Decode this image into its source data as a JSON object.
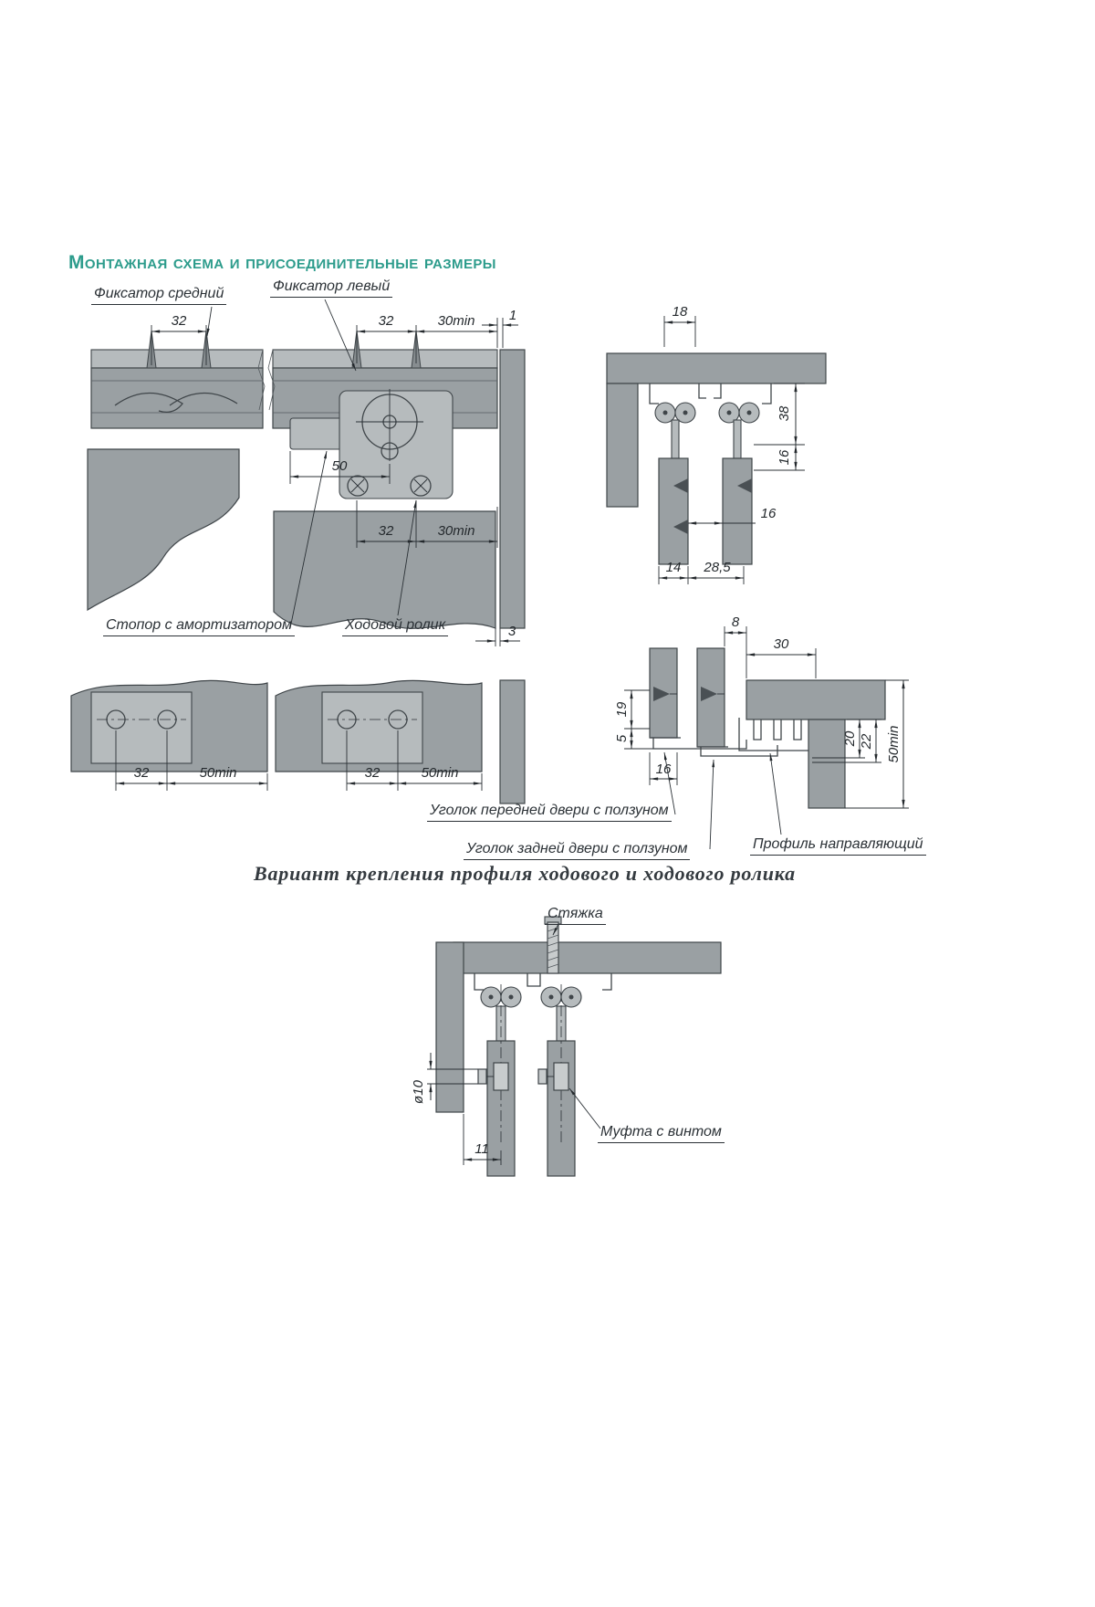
{
  "accent_color": "#2d9c8c",
  "page": {
    "title": "Монтажная схема и присоединительные размеры",
    "section_title": "Вариант крепления профиля ходового и ходового ролика"
  },
  "plan_view": {
    "labels": {
      "fixator_middle": "Фиксатор средний",
      "fixator_left": "Фиксатор левый",
      "stopper": "Стопор с амортизатором",
      "roller": "Ходовой ролик"
    },
    "dims": {
      "fixator_middle_spacing": "32",
      "fixator_left_spacing": "32",
      "fixator_left_min_offset": "30min",
      "top_gap": "1",
      "stopper_offset": "50",
      "roller_spacing": "32",
      "roller_min_offset": "30min",
      "bottom_gap": "3"
    }
  },
  "top_section_view": {
    "dims": {
      "track_width": "18",
      "hanger_height": "38",
      "panel_inset": "16",
      "face_offset": "16",
      "door_thickness": "14",
      "door_pitch": "28,5"
    }
  },
  "bottom_plan_view": {
    "dims": {
      "left_hole_spacing": "32",
      "left_min_offset": "50min",
      "right_hole_spacing": "32",
      "right_min_offset": "50min"
    }
  },
  "bottom_section_view": {
    "labels": {
      "front_door_corner": "Уголок передней двери с ползуном",
      "rear_door_corner": "Уголок задней двери с ползуном",
      "guide_profile": "Профиль направляющий"
    },
    "dims": {
      "door_gap": "8",
      "shelf_offset": "30",
      "corner_height": "19",
      "slider_depth": "5",
      "door_thickness": "16",
      "profile_height": "20",
      "profile_depth": "22",
      "min_clearance": "50min"
    }
  },
  "fastening_view": {
    "labels": {
      "tie": "Стяжка",
      "coupling": "Муфта с винтом"
    },
    "dims": {
      "hole_diameter": "ø10",
      "axis_offset": "11"
    }
  }
}
